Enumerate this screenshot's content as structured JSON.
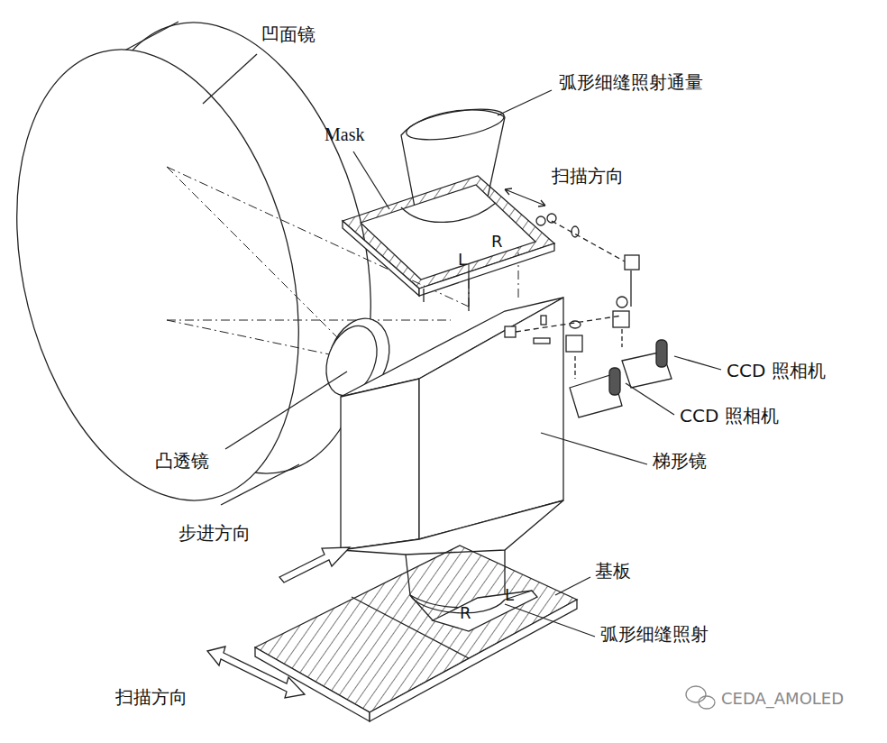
{
  "diagram": {
    "labels": [
      "凹面镜",
      "弧形细缝照射通量",
      "Mask",
      "扫描方向",
      "CCD 照相机",
      "CCD 照相机",
      "凸透镜",
      "梯形镜",
      "步进方向",
      "基板",
      "弧形细缝照射",
      "扫描方向",
      "CEDA_AMOLED",
      "L",
      "R",
      "R",
      "L"
    ]
  }
}
